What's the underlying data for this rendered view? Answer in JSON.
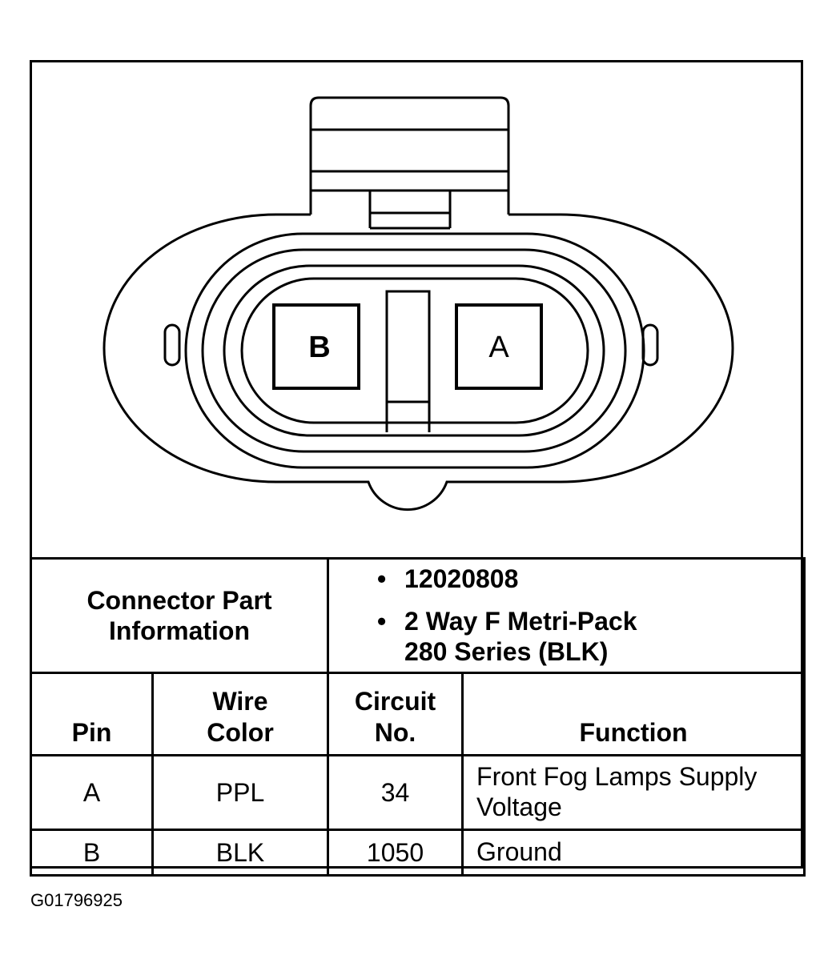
{
  "connector": {
    "pins": [
      {
        "id": "B"
      },
      {
        "id": "A"
      }
    ]
  },
  "part_info": {
    "label_line1": "Connector Part",
    "label_line2": "Information",
    "part_number": "12020808",
    "description_line1": "2 Way F Metri-Pack",
    "description_line2": "280 Series (BLK)"
  },
  "table": {
    "headers": {
      "pin": "Pin",
      "wire_color_line1": "Wire",
      "wire_color_line2": "Color",
      "circuit_line1": "Circuit",
      "circuit_line2": "No.",
      "function": "Function"
    },
    "rows": [
      {
        "pin": "A",
        "wire_color": "PPL",
        "circuit": "34",
        "function_line1": "Front Fog Lamps Supply",
        "function_line2": "Voltage"
      },
      {
        "pin": "B",
        "wire_color": "BLK",
        "circuit": "1050",
        "function_line1": "Ground",
        "function_line2": ""
      }
    ]
  },
  "document_id": "G01796925"
}
